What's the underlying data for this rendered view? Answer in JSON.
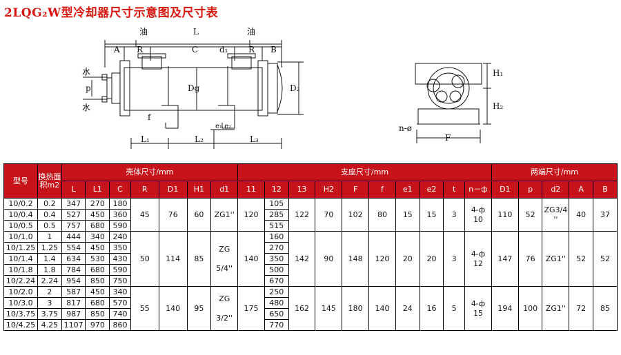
{
  "title": "2LQG₂W型冷却器尺寸示意图及尺寸表",
  "drawing_labels": {
    "oil_left": "油",
    "oil_right": "油",
    "water_top": "水",
    "water_bottom": "水",
    "A": "A",
    "R_left": "R",
    "L": "L",
    "C": "C",
    "d1": "d₁",
    "R_right": "R",
    "B": "B",
    "p": "p",
    "Dg": "Dg",
    "D2": "D₂",
    "f": "f",
    "e1e2": "e₁ e₂",
    "L1": "L₁",
    "L2": "L₂",
    "L3": "L₃",
    "H1": "H₁",
    "H2": "H₂",
    "n_phi": "n-ø",
    "F": "F"
  },
  "table": {
    "group_headers": {
      "model": "型号",
      "area": "换热面积m2",
      "shell": "壳体尺寸/mm",
      "support": "支座尺寸/mm",
      "ends": "两端尺寸/mm"
    },
    "sub_headers": {
      "L": "L",
      "L1": "L1",
      "C": "C",
      "R": "R",
      "D1": "D1",
      "H1": "H1",
      "d1": "d1",
      "l1": "11",
      "l2": "12",
      "l3": "13",
      "H2": "H2",
      "F": "F",
      "f": "f",
      "e1": "e1",
      "e2": "e2",
      "t": "t",
      "n_phi": "n－ф",
      "D1b": "D1",
      "p": "p",
      "d2": "d2",
      "A": "A",
      "B": "B"
    },
    "rows": [
      {
        "model": "10/0.2",
        "area": "0.2",
        "L": "347",
        "L1": "270",
        "C": "180",
        "l2": "105"
      },
      {
        "model": "10/0.4",
        "area": "0.4",
        "L": "527",
        "L1": "450",
        "C": "360",
        "l2": "285"
      },
      {
        "model": "10/0.5",
        "area": "0.5",
        "L": "757",
        "L1": "680",
        "C": "590",
        "l2": "515"
      },
      {
        "model": "10/1.0",
        "area": "1",
        "L": "444",
        "L1": "340",
        "C": "240",
        "l2": "160"
      },
      {
        "model": "10/1.25",
        "area": "1.25",
        "L": "554",
        "L1": "450",
        "C": "350",
        "l2": "270"
      },
      {
        "model": "10/1.4",
        "area": "1.4",
        "L": "634",
        "L1": "530",
        "C": "430",
        "l2": "350"
      },
      {
        "model": "10/1.8",
        "area": "1.8",
        "L": "784",
        "L1": "680",
        "C": "590",
        "l2": "500"
      },
      {
        "model": "10/2.24",
        "area": "2.24",
        "L": "954",
        "L1": "850",
        "C": "750",
        "l2": "670"
      },
      {
        "model": "10/2.0",
        "area": "2",
        "L": "587",
        "L1": "450",
        "C": "340",
        "l2": "250"
      },
      {
        "model": "10/3.0",
        "area": "3",
        "L": "817",
        "L1": "680",
        "C": "570",
        "l2": "480"
      },
      {
        "model": "10/3.75",
        "area": "3.75",
        "L": "987",
        "L1": "850",
        "C": "740",
        "l2": "650"
      },
      {
        "model": "10/4.25",
        "area": "4.25",
        "L": "1107",
        "L1": "970",
        "C": "860",
        "l2": "770"
      }
    ],
    "groups": [
      {
        "R": "45",
        "D1": "76",
        "H1": "60",
        "d1": "ZG1''",
        "l1": "120",
        "l3": "122",
        "H2": "70",
        "F": "102",
        "f": "80",
        "e1": "15",
        "e2": "15",
        "t": "3",
        "n_phi_a": "4-ф",
        "n_phi_b": "10",
        "D1b": "110",
        "p": "52",
        "d2_a": "ZG3/4",
        "d2_b": "''",
        "A": "40",
        "B": "37"
      },
      {
        "R": "50",
        "D1": "114",
        "H1": "85",
        "d1_a": "ZG",
        "d1_b": "5/4''",
        "l1": "140",
        "l3": "142",
        "H2": "90",
        "F": "148",
        "f": "120",
        "e1": "20",
        "e2": "20",
        "t": "3",
        "n_phi_a": "4-ф",
        "n_phi_b": "12",
        "D1b": "147",
        "p": "76",
        "d2": "ZG1''",
        "A": "52",
        "B": "52"
      },
      {
        "R": "55",
        "D1": "140",
        "H1": "95",
        "d1_a": "ZG",
        "d1_b": "3/2''",
        "l1": "175",
        "l3": "162",
        "H2": "145",
        "F": "180",
        "f": "140",
        "e1": "24",
        "e2": "16",
        "t": "5",
        "n_phi_a": "4-ф",
        "n_phi_b": "15",
        "D1b": "194",
        "p": "100",
        "d2": "ZG1''",
        "A": "72",
        "B": "85"
      }
    ]
  }
}
